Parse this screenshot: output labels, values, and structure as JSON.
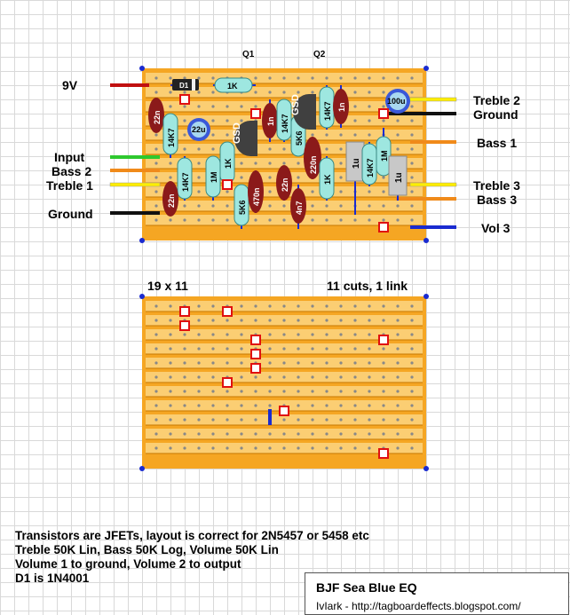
{
  "labels": {
    "q1": "Q1",
    "q2": "Q2",
    "v9": "9V",
    "input": "Input",
    "bass2": "Bass 2",
    "treble1": "Treble 1",
    "ground_left": "Ground",
    "treble2": "Treble 2",
    "ground_right": "Ground",
    "bass1": "Bass 1",
    "treble3": "Treble 3",
    "bass3": "Bass 3",
    "vol3": "Vol 3",
    "board_size": "19 x 11",
    "cuts": "11 cuts, 1 link"
  },
  "components": {
    "d1": "D1",
    "r1k_top": "1K",
    "c22n_a": "22n",
    "r14k7_a": "14K7",
    "c22u": "22u",
    "r14k7_b": "14K7",
    "r1m_a": "1M",
    "r1k_mid": "1K",
    "c22n_b": "22n",
    "c1n_a": "1n",
    "r14k7_c": "14K7",
    "r5k6_a": "5K6",
    "c470n": "470n",
    "r5k6_b": "5K6",
    "q1_pins": "GSD",
    "r14k7_d": "14K7",
    "c1n_b": "1n",
    "c220n": "220n",
    "c22n_c": "22n",
    "c4n7": "4n7",
    "r1k_right": "1K",
    "q2_pins": "GSD",
    "c100u": "100u",
    "c1u_a": "1u",
    "r14k7_e": "14K7",
    "r1m_b": "1M",
    "c1u_b": "1u"
  },
  "notes": [
    "Transistors are JFETs, layout is correct for 2N5457 or 5458 etc",
    "Treble 50K Lin, Bass 50K Log, Volume 50K Lin",
    "Volume 1 to ground, Volume 2 to output",
    "D1 is 1N4001"
  ],
  "title": "BJF Sea Blue EQ",
  "credit": "IvIark - http://tagboardeffects.blogspot.com/",
  "colors": {
    "board": "#f5a623",
    "strip_highlight": "#ffe9a8",
    "resistor": "#9ee7e0",
    "cap_ceramic": "#8b1a1a",
    "cap_box": "#c8c8c8",
    "electrolytic": "#3a58d8",
    "transistor": "#404040",
    "cut_marker": "#e01010"
  }
}
